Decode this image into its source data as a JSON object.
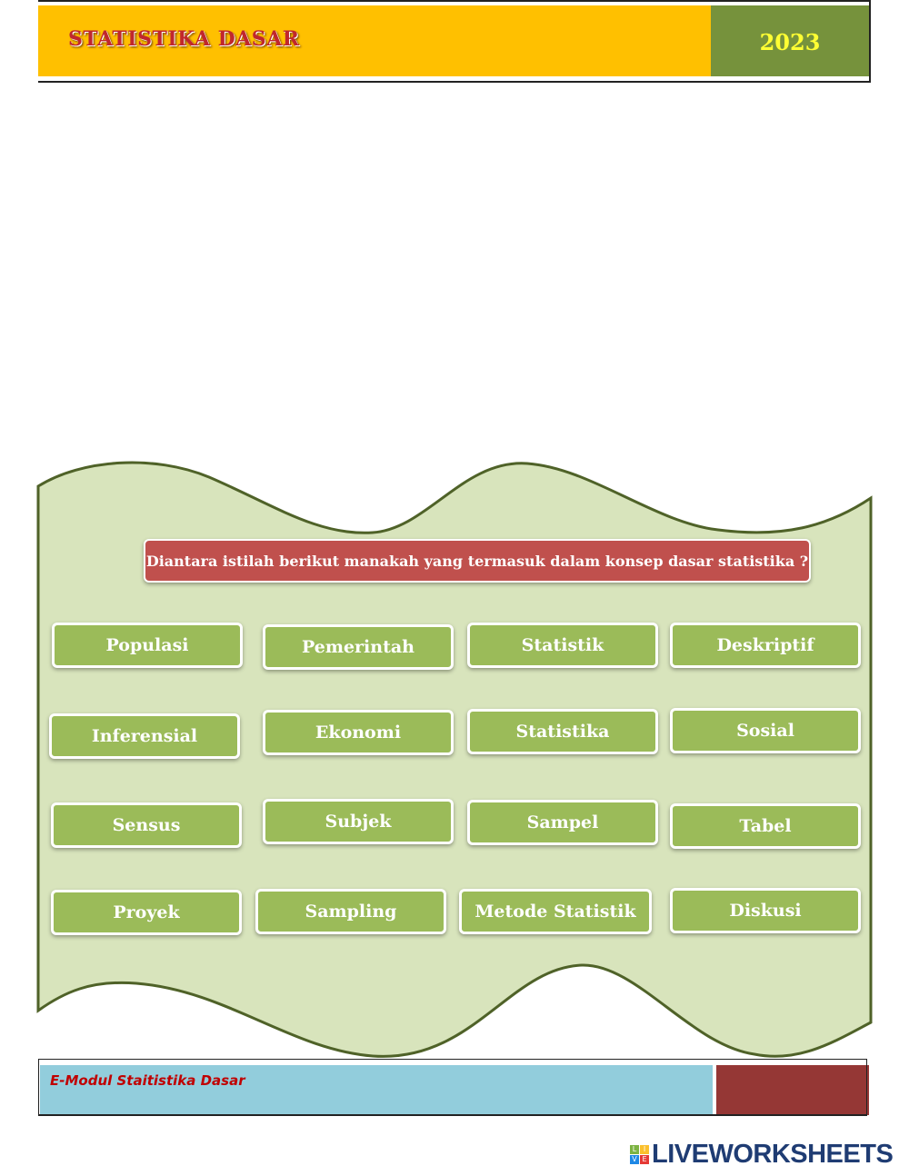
{
  "header": {
    "title": "STATISTIKA DASAR",
    "year": "2023"
  },
  "question": "Diantara istilah berikut manakah yang termasuk dalam konsep dasar statistika ?",
  "options": [
    "Populasi",
    "Pemerintah",
    "Statistik",
    "Deskriptif",
    "Inferensial",
    "Ekonomi",
    "Statistika",
    "Sosial",
    "Sensus",
    "Subjek",
    "Sampel",
    "Tabel",
    "Proyek",
    "Sampling",
    "Metode Statistik",
    "Diskusi"
  ],
  "footer": {
    "text": "E-Modul Staitistika Dasar"
  },
  "watermark": {
    "text": "LIVEWORKSHEETS",
    "letters": [
      "L",
      "I",
      "V",
      "E"
    ]
  },
  "colors": {
    "header_bg": "#ffc000",
    "year_bg": "#76923c",
    "panel": "#d8e4bc",
    "option": "#9bbb59",
    "question": "#c0504d",
    "footer": "#92cddc",
    "footer_accent": "#953735"
  }
}
